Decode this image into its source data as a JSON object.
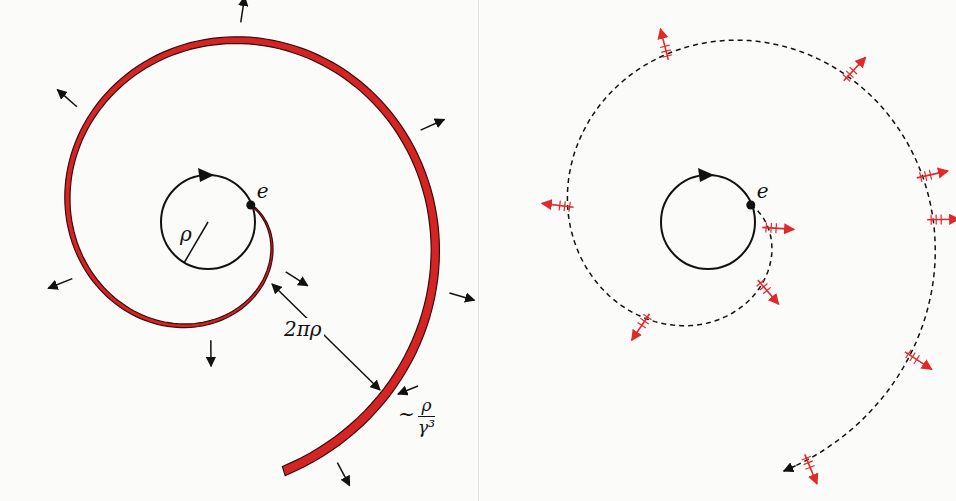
{
  "diagram": {
    "labels": [
      "ρ",
      "e",
      "2πρ",
      "~",
      "ρ",
      "γ³",
      "e"
    ]
  }
}
